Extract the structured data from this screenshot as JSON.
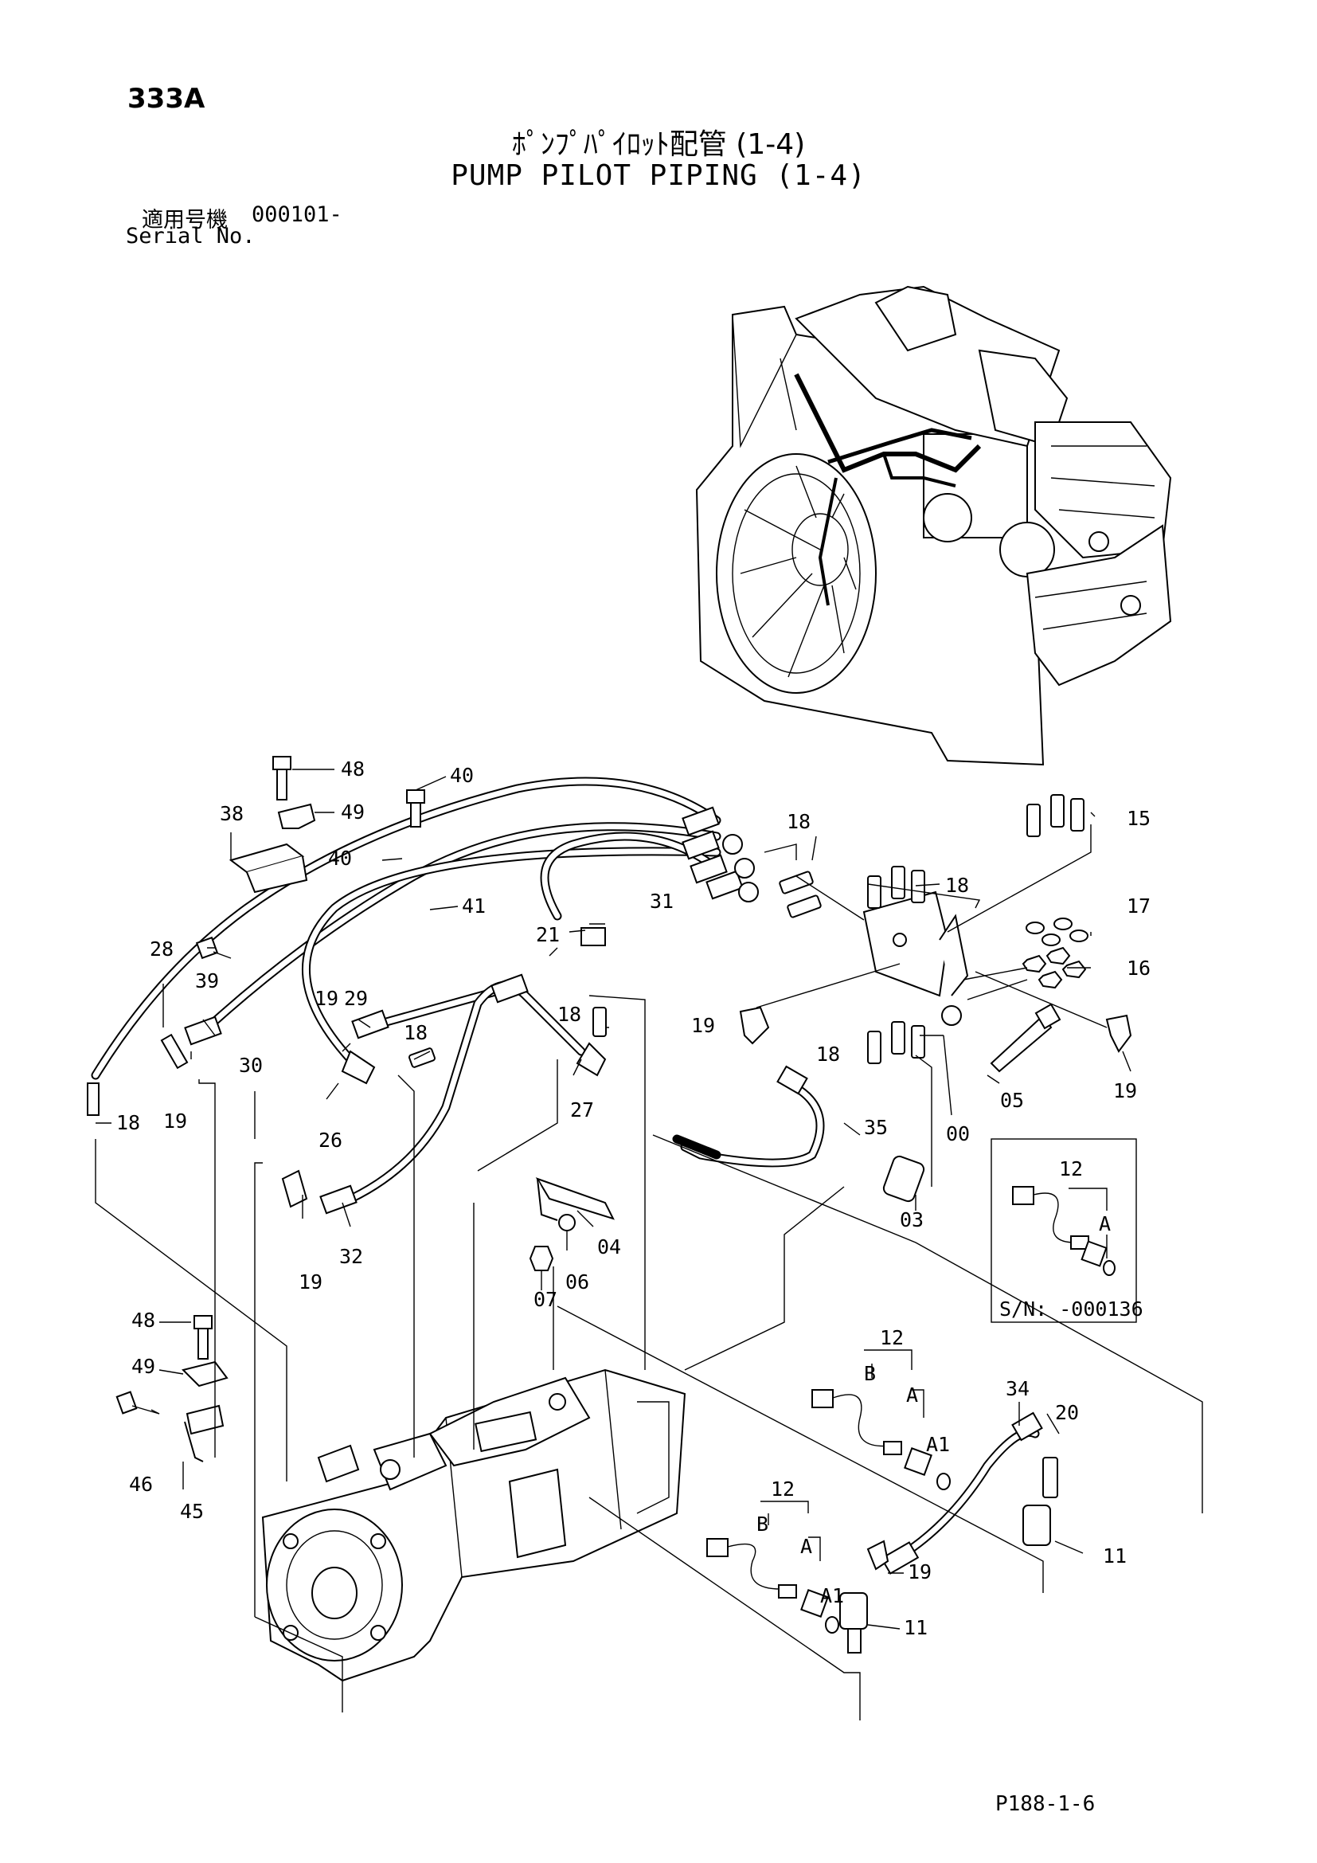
{
  "header": {
    "page_code": "333A",
    "title_jp": "ﾎﾟﾝﾌﾟﾊﾟｲﾛｯﾄ配管 (1-4)",
    "title_en": "PUMP PILOT PIPING (1-4)",
    "serial_label_jp": "適用号機",
    "serial_value": "000101-",
    "serial_label_en": "Serial No."
  },
  "inset": {
    "label": "S/N: -000136",
    "part": "12",
    "letter": "A"
  },
  "callouts": [
    {
      "id": "c48a",
      "label": "48"
    },
    {
      "id": "c49a",
      "label": "49"
    },
    {
      "id": "c38",
      "label": "38"
    },
    {
      "id": "c40a",
      "label": "40"
    },
    {
      "id": "c40b",
      "label": "40"
    },
    {
      "id": "c41",
      "label": "41"
    },
    {
      "id": "c39",
      "label": "39"
    },
    {
      "id": "c28",
      "label": "28"
    },
    {
      "id": "c30",
      "label": "30"
    },
    {
      "id": "c19a",
      "label": "19"
    },
    {
      "id": "c18a",
      "label": "18"
    },
    {
      "id": "c19b",
      "label": "19"
    },
    {
      "id": "c29",
      "label": "29"
    },
    {
      "id": "c26",
      "label": "26"
    },
    {
      "id": "c18b",
      "label": "18"
    },
    {
      "id": "c21",
      "label": "21"
    },
    {
      "id": "c31",
      "label": "31"
    },
    {
      "id": "c18c",
      "label": "18"
    },
    {
      "id": "c27",
      "label": "27"
    },
    {
      "id": "c18d",
      "label": "18"
    },
    {
      "id": "c18e",
      "label": "18"
    },
    {
      "id": "c15",
      "label": "15"
    },
    {
      "id": "c17",
      "label": "17"
    },
    {
      "id": "c16",
      "label": "16"
    },
    {
      "id": "c19c",
      "label": "19"
    },
    {
      "id": "c18f",
      "label": "18"
    },
    {
      "id": "c05",
      "label": "05"
    },
    {
      "id": "c19d",
      "label": "19"
    },
    {
      "id": "c35",
      "label": "35"
    },
    {
      "id": "c00",
      "label": "00"
    },
    {
      "id": "c03",
      "label": "03"
    },
    {
      "id": "c19e",
      "label": "19"
    },
    {
      "id": "c32",
      "label": "32"
    },
    {
      "id": "c04",
      "label": "04"
    },
    {
      "id": "c06",
      "label": "06"
    },
    {
      "id": "c07",
      "label": "07"
    },
    {
      "id": "c48b",
      "label": "48"
    },
    {
      "id": "c49b",
      "label": "49"
    },
    {
      "id": "c46",
      "label": "46"
    },
    {
      "id": "c45",
      "label": "45"
    },
    {
      "id": "c12a",
      "label": "12"
    },
    {
      "id": "cBa",
      "label": "B"
    },
    {
      "id": "cAa",
      "label": "A"
    },
    {
      "id": "cA1a",
      "label": "A1"
    },
    {
      "id": "c34",
      "label": "34"
    },
    {
      "id": "c20",
      "label": "20"
    },
    {
      "id": "c11a",
      "label": "11"
    },
    {
      "id": "c12b",
      "label": "12"
    },
    {
      "id": "cBb",
      "label": "B"
    },
    {
      "id": "cAb",
      "label": "A"
    },
    {
      "id": "cA1b",
      "label": "A1"
    },
    {
      "id": "c19f",
      "label": "19"
    },
    {
      "id": "c11b",
      "label": "11"
    }
  ],
  "footer": {
    "doc_ref": "P188-1-6"
  }
}
